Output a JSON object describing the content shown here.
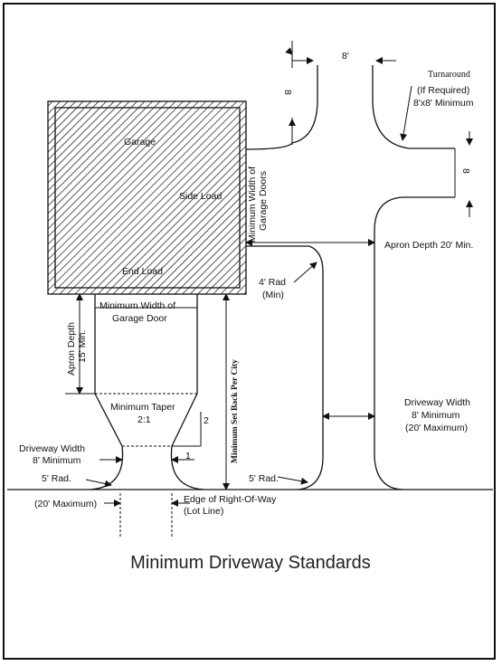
{
  "diagram": {
    "title": "Minimum Driveway Standards",
    "labels": {
      "garage": "Garage",
      "side_load": "Side Load",
      "end_load": "End Load",
      "min_width_garage_doors_1": "Minimum Width of",
      "min_width_garage_doors_2": "Garage Doors",
      "min_width_garage_door_1": "Minimum Width of",
      "min_width_garage_door_2": "Garage Door",
      "apron_depth_left_1": "Apron Depth",
      "apron_depth_left_2": "15' Min.",
      "min_taper_1": "Minimum Taper",
      "min_taper_2": "2:1",
      "taper_2": "2",
      "taper_1": "1",
      "driveway_width_left_1": "Driveway Width",
      "driveway_width_left_2": "8' Minimum",
      "rad_left": "5' Rad.",
      "max_20_left": "(20' Maximum)",
      "edge_row_1": "Edge of Right-Of-Way",
      "edge_row_2": "(Lot Line)",
      "min_setback": "Minimum Set Back Per City",
      "rad_right": "5' Rad.",
      "rad_4_1": "4' Rad",
      "rad_4_2": "(Min)",
      "apron_depth_right": "Apron Depth 20' Min.",
      "driveway_width_right_1": "Driveway Width",
      "driveway_width_right_2": "8' Minimum",
      "driveway_width_right_3": "(20' Maximum)",
      "turnaround_1": "Turnaround",
      "turnaround_2": "(If Required)",
      "turnaround_3": "8'x8' Minimum",
      "dim_8_top": "8'",
      "dim_8_vert_left": "8",
      "dim_8_vert_right": "8"
    }
  }
}
